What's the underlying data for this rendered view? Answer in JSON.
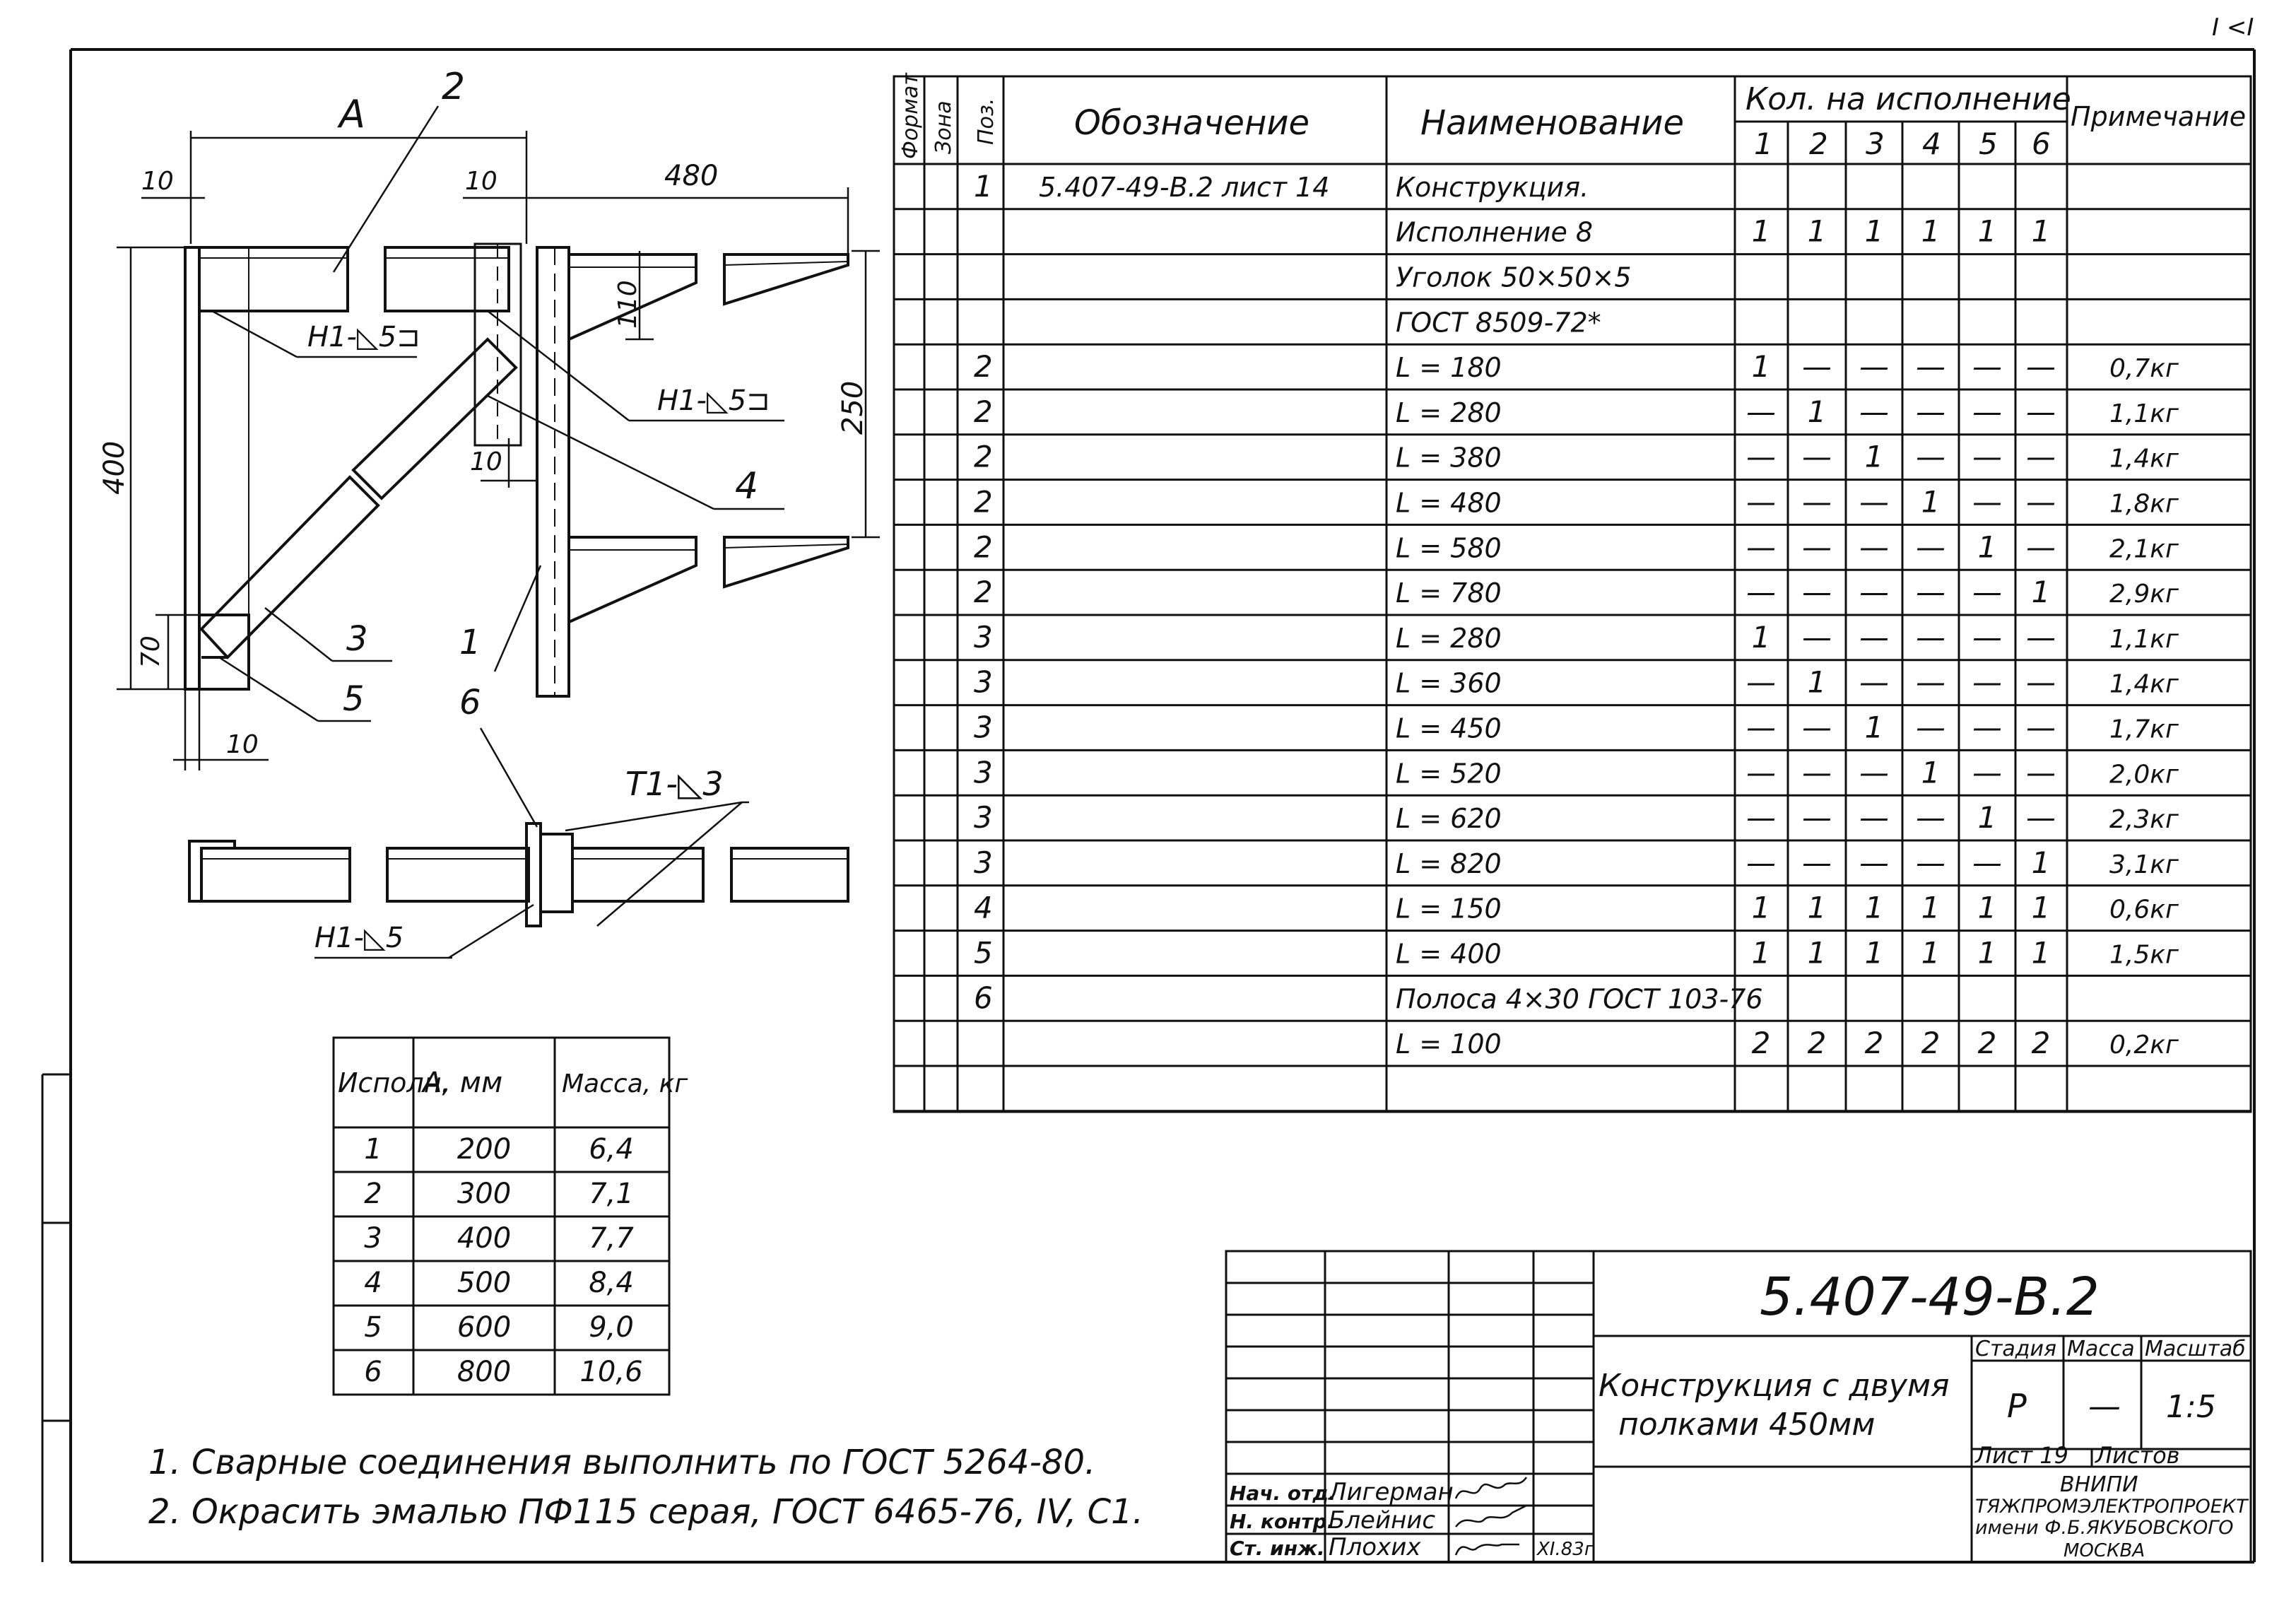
{
  "sheet": {
    "corner_mark": "I <I",
    "document_code": "5.407-49-В.2",
    "title_line1": "Конструкция с двумя",
    "title_line2": "полками 450мм",
    "stage_label": "Стадия",
    "mass_label": "Масса",
    "scale_label": "Масштаб",
    "stage_value": "Р",
    "mass_value": "—",
    "scale_value": "1:5",
    "sheet_label": "Лист 19",
    "sheets_label": "Листов",
    "org_line1": "ВНИПИ",
    "org_line2": "ТЯЖПРОМЭЛЕКТРОПРОЕКТ",
    "org_line3": "имени Ф.Б.ЯКУБОВСКОГО",
    "org_line4": "МОСКВА",
    "signatures": [
      {
        "role": "Нач. отд.",
        "name": "Лигерман",
        "date": ""
      },
      {
        "role": "Н. контр.",
        "name": "Блейнис",
        "date": ""
      },
      {
        "role": "Ст. инж.",
        "name": "Плохих",
        "date": "XI.83г"
      }
    ]
  },
  "drawing": {
    "labels": {
      "A": "А",
      "dim_10a": "10",
      "dim_10b": "10",
      "dim_480": "480",
      "dim_110": "110",
      "dim_250": "250",
      "dim_400": "400",
      "dim_10c": "10",
      "dim_70": "70",
      "dim_10d": "10",
      "weld_1": "Н1-◺5⊐",
      "weld_2": "Н1-◺5⊐",
      "weld_3": "Т1-◺3",
      "weld_4": "Н1-◺5",
      "pos_1": "1",
      "pos_2": "2",
      "pos_3": "3",
      "pos_4": "4",
      "pos_5": "5",
      "pos_6": "6"
    }
  },
  "spec_table": {
    "headers": {
      "format": "Формат",
      "zone": "Зона",
      "pos": "Поз.",
      "designation": "Обозначение",
      "name": "Наименование",
      "qty_group": "Кол. на исполнение",
      "note": "Примечание",
      "variants": [
        "1",
        "2",
        "3",
        "4",
        "5",
        "6"
      ]
    },
    "rows": [
      {
        "pos": "1",
        "designation": "5.407-49-В.2 лист 14",
        "name": "Конструкция.",
        "qty": [
          "",
          "",
          "",
          "",
          "",
          ""
        ],
        "note": ""
      },
      {
        "pos": "",
        "designation": "",
        "name": "Исполнение 8",
        "qty": [
          "1",
          "1",
          "1",
          "1",
          "1",
          "1"
        ],
        "note": ""
      },
      {
        "pos": "",
        "designation": "",
        "name": "Уголок 50×50×5",
        "qty": [
          "",
          "",
          "",
          "",
          "",
          ""
        ],
        "note": ""
      },
      {
        "pos": "",
        "designation": "",
        "name": "ГОСТ 8509-72*",
        "qty": [
          "",
          "",
          "",
          "",
          "",
          ""
        ],
        "note": ""
      },
      {
        "pos": "2",
        "designation": "",
        "name": "L = 180",
        "qty": [
          "1",
          "—",
          "—",
          "—",
          "—",
          "—"
        ],
        "note": "0,7кг"
      },
      {
        "pos": "2",
        "designation": "",
        "name": "L = 280",
        "qty": [
          "—",
          "1",
          "—",
          "—",
          "—",
          "—"
        ],
        "note": "1,1кг"
      },
      {
        "pos": "2",
        "designation": "",
        "name": "L = 380",
        "qty": [
          "—",
          "—",
          "1",
          "—",
          "—",
          "—"
        ],
        "note": "1,4кг"
      },
      {
        "pos": "2",
        "designation": "",
        "name": "L = 480",
        "qty": [
          "—",
          "—",
          "—",
          "1",
          "—",
          "—"
        ],
        "note": "1,8кг"
      },
      {
        "pos": "2",
        "designation": "",
        "name": "L = 580",
        "qty": [
          "—",
          "—",
          "—",
          "—",
          "1",
          "—"
        ],
        "note": "2,1кг"
      },
      {
        "pos": "2",
        "designation": "",
        "name": "L = 780",
        "qty": [
          "—",
          "—",
          "—",
          "—",
          "—",
          "1"
        ],
        "note": "2,9кг"
      },
      {
        "pos": "3",
        "designation": "",
        "name": "L = 280",
        "qty": [
          "1",
          "—",
          "—",
          "—",
          "—",
          "—"
        ],
        "note": "1,1кг"
      },
      {
        "pos": "3",
        "designation": "",
        "name": "L = 360",
        "qty": [
          "—",
          "1",
          "—",
          "—",
          "—",
          "—"
        ],
        "note": "1,4кг"
      },
      {
        "pos": "3",
        "designation": "",
        "name": "L = 450",
        "qty": [
          "—",
          "—",
          "1",
          "—",
          "—",
          "—"
        ],
        "note": "1,7кг"
      },
      {
        "pos": "3",
        "designation": "",
        "name": "L = 520",
        "qty": [
          "—",
          "—",
          "—",
          "1",
          "—",
          "—"
        ],
        "note": "2,0кг"
      },
      {
        "pos": "3",
        "designation": "",
        "name": "L = 620",
        "qty": [
          "—",
          "—",
          "—",
          "—",
          "1",
          "—"
        ],
        "note": "2,3кг"
      },
      {
        "pos": "3",
        "designation": "",
        "name": "L = 820",
        "qty": [
          "—",
          "—",
          "—",
          "—",
          "—",
          "1"
        ],
        "note": "3,1кг"
      },
      {
        "pos": "4",
        "designation": "",
        "name": "L = 150",
        "qty": [
          "1",
          "1",
          "1",
          "1",
          "1",
          "1"
        ],
        "note": "0,6кг"
      },
      {
        "pos": "5",
        "designation": "",
        "name": "L = 400",
        "qty": [
          "1",
          "1",
          "1",
          "1",
          "1",
          "1"
        ],
        "note": "1,5кг"
      },
      {
        "pos": "6",
        "designation": "",
        "name": "Полоса 4×30 ГОСТ 103-76",
        "qty": [
          "",
          "",
          "",
          "",
          "",
          ""
        ],
        "note": ""
      },
      {
        "pos": "",
        "designation": "",
        "name": "L = 100",
        "qty": [
          "2",
          "2",
          "2",
          "2",
          "2",
          "2"
        ],
        "note": "0,2кг"
      },
      {
        "pos": "",
        "designation": "",
        "name": "",
        "qty": [
          "",
          "",
          "",
          "",
          "",
          ""
        ],
        "note": ""
      }
    ]
  },
  "variant_table": {
    "headers": [
      "Исполн.",
      "А, мм",
      "Масса, кг"
    ],
    "rows": [
      [
        "1",
        "200",
        "6,4"
      ],
      [
        "2",
        "300",
        "7,1"
      ],
      [
        "3",
        "400",
        "7,7"
      ],
      [
        "4",
        "500",
        "8,4"
      ],
      [
        "5",
        "600",
        "9,0"
      ],
      [
        "6",
        "800",
        "10,6"
      ]
    ]
  },
  "notes": [
    "1. Сварные соединения выполнить по ГОСТ 5264-80.",
    "2. Окрасить эмалью ПФ115 серая, ГОСТ 6465-76, IV, С1."
  ]
}
